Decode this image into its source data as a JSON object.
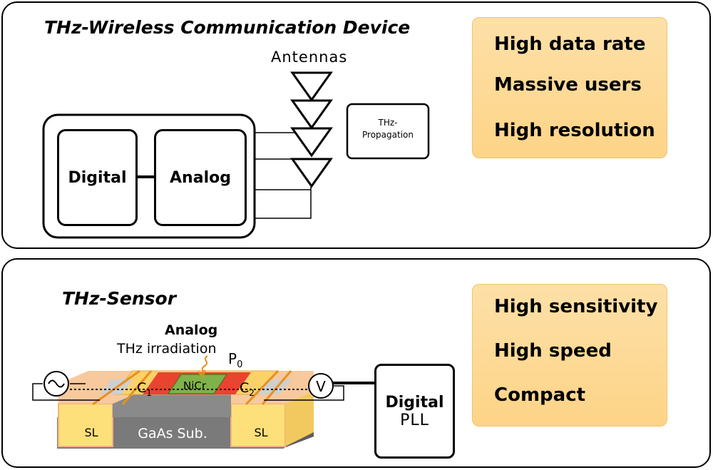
{
  "top": {
    "title": "THz-Wireless Communication Device",
    "antennas_label": "Antennas",
    "digital_label": "Digital",
    "analog_label": "Analog",
    "propagation_line1": "THz-",
    "propagation_line2": "Propagation",
    "features": [
      "High data rate",
      "Massive users",
      "High resolution"
    ]
  },
  "bottom": {
    "title": "THz-Sensor",
    "analog_label": "Analog",
    "irradiation_label": "THz irradiation",
    "power_symbol": "P",
    "power_subscript": "0",
    "nicr_label": "NiCr",
    "c1_label": "C",
    "c1_sub": "1",
    "c2_label": "C",
    "c2_sub": "2",
    "sl_left": "SL",
    "sl_right": "SL",
    "substrate_label": "GaAs Sub.",
    "voltmeter_label": "V",
    "digital_label": "Digital",
    "pll_label": "PLL",
    "features": [
      "High sensitivity",
      "High speed",
      "Compact"
    ]
  },
  "colors": {
    "feature_fill": "#fdd487",
    "sl_fill": "#fde07a",
    "substrate_fill": "#777777",
    "nicr_fill": "#8bbf4e",
    "heat_fill": "#e8332a",
    "top_layer_fill": "#f4b183"
  }
}
